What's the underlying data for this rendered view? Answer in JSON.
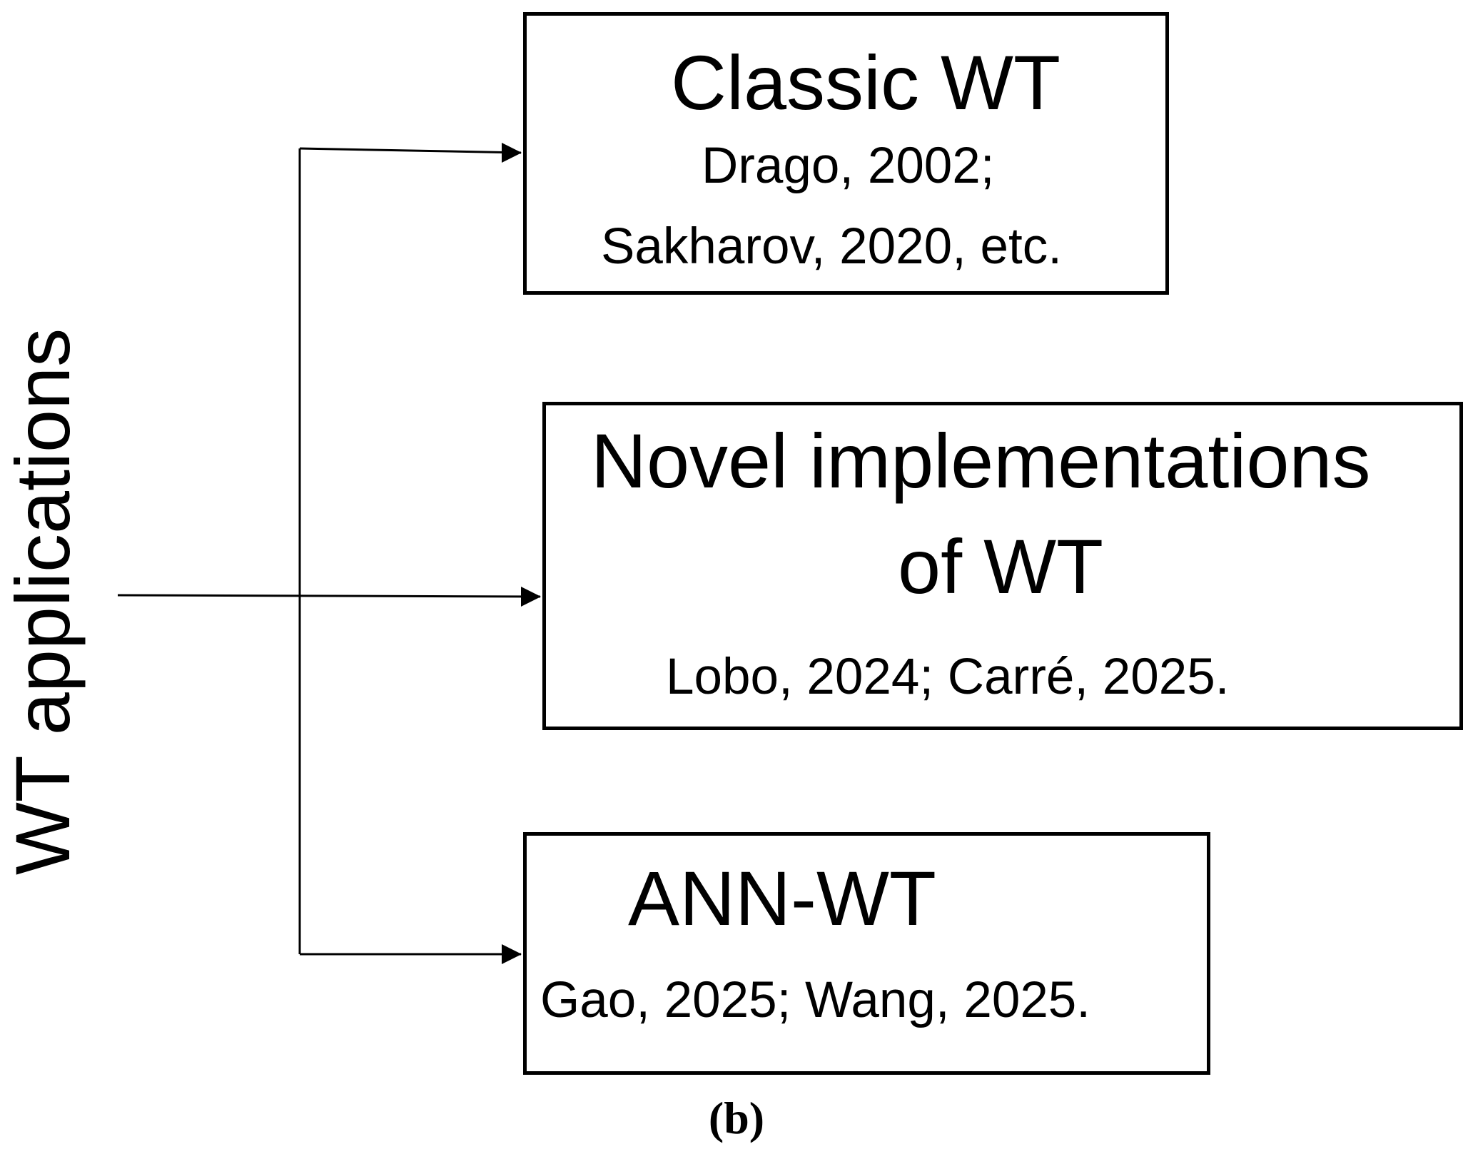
{
  "diagram": {
    "root": {
      "label": "WT applications"
    },
    "nodes": [
      {
        "id": "classic",
        "title_lines": [
          "Classic WT"
        ],
        "citation_lines": [
          "Drago, 2002;",
          "Sakharov, 2020, etc."
        ]
      },
      {
        "id": "novel",
        "title_lines": [
          "Novel implementations",
          "of WT"
        ],
        "citation_lines": [
          "Lobo, 2024; Carré, 2025."
        ]
      },
      {
        "id": "ann",
        "title_lines": [
          "ANN-WT"
        ],
        "citation_lines": [
          "Gao, 2025; Wang, 2025."
        ]
      }
    ],
    "edges": [
      {
        "from": "root",
        "to": "classic"
      },
      {
        "from": "root",
        "to": "novel"
      },
      {
        "from": "root",
        "to": "ann"
      }
    ],
    "panel_label": "(b)",
    "colors": {
      "stroke": "#000000",
      "background": "#ffffff",
      "text": "#000000"
    }
  }
}
